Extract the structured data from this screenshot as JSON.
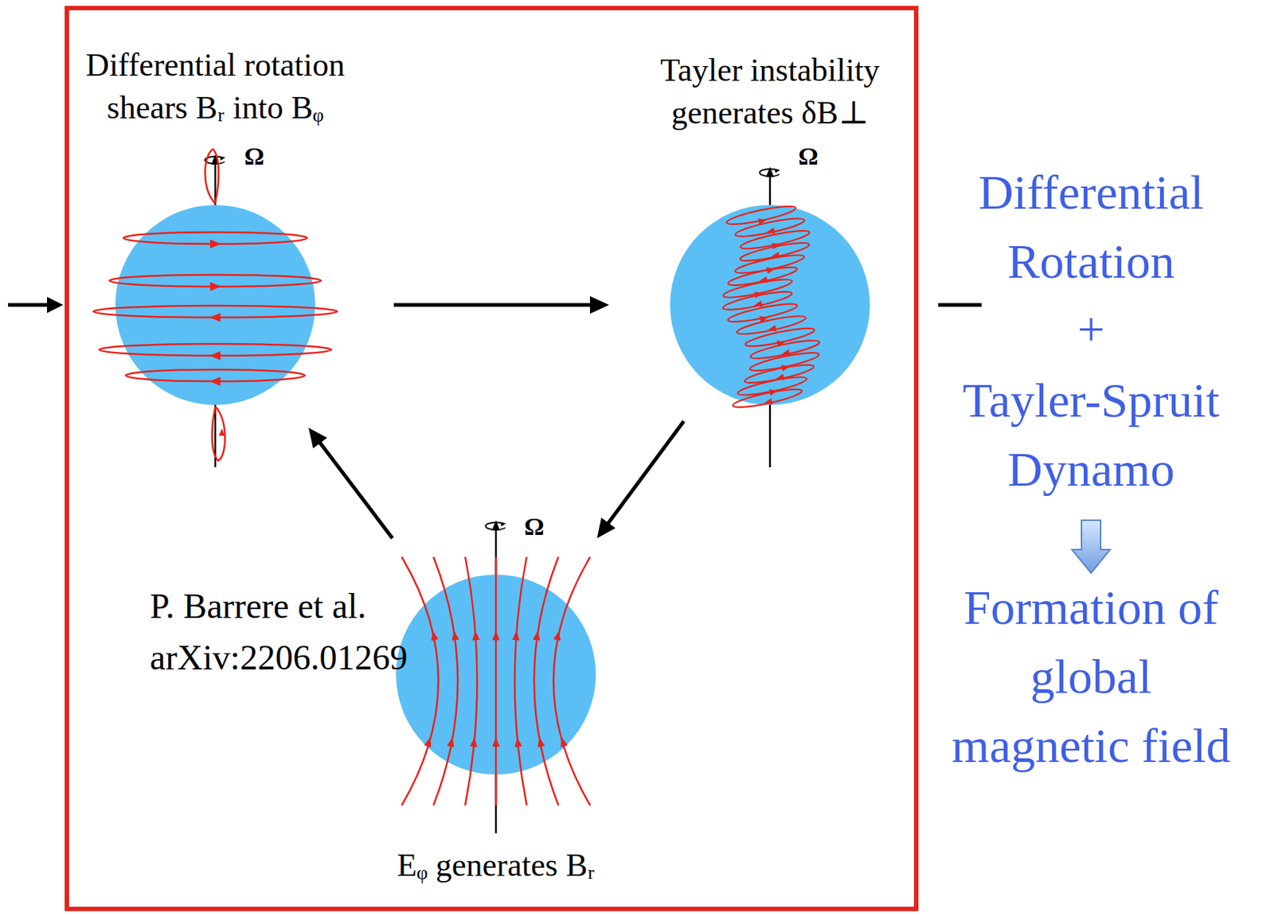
{
  "diagram": {
    "nodes": [
      {
        "text": [
          "P. Barrere et al. arXiv:2206.01269"
        ]
      },
      {
        "text": [
          "Differential rotation shears Bᵣ into Bᵩ"
        ],
        "in": 0
      },
      {
        "text": [
          "Tayler instability generates δB⊥"
        ],
        "in": 0
      },
      {
        "text": [
          "Eᵩ generates Bᵣ"
        ],
        "in": 0
      }
    ],
    "edges": [
      {
        "from": 1,
        "to": 2,
        "arrow": "to"
      },
      {
        "from": 2,
        "to": 3,
        "arrow": "to"
      },
      {
        "from": 3,
        "to": 1,
        "arrow": "to"
      }
    ],
    "labels": [
      "Ω",
      "Ω",
      "Ω",
      "Differential Rotation",
      "+",
      "Tayler-Spruit Dynamo",
      "Formation of global magnetic field"
    ]
  }
}
